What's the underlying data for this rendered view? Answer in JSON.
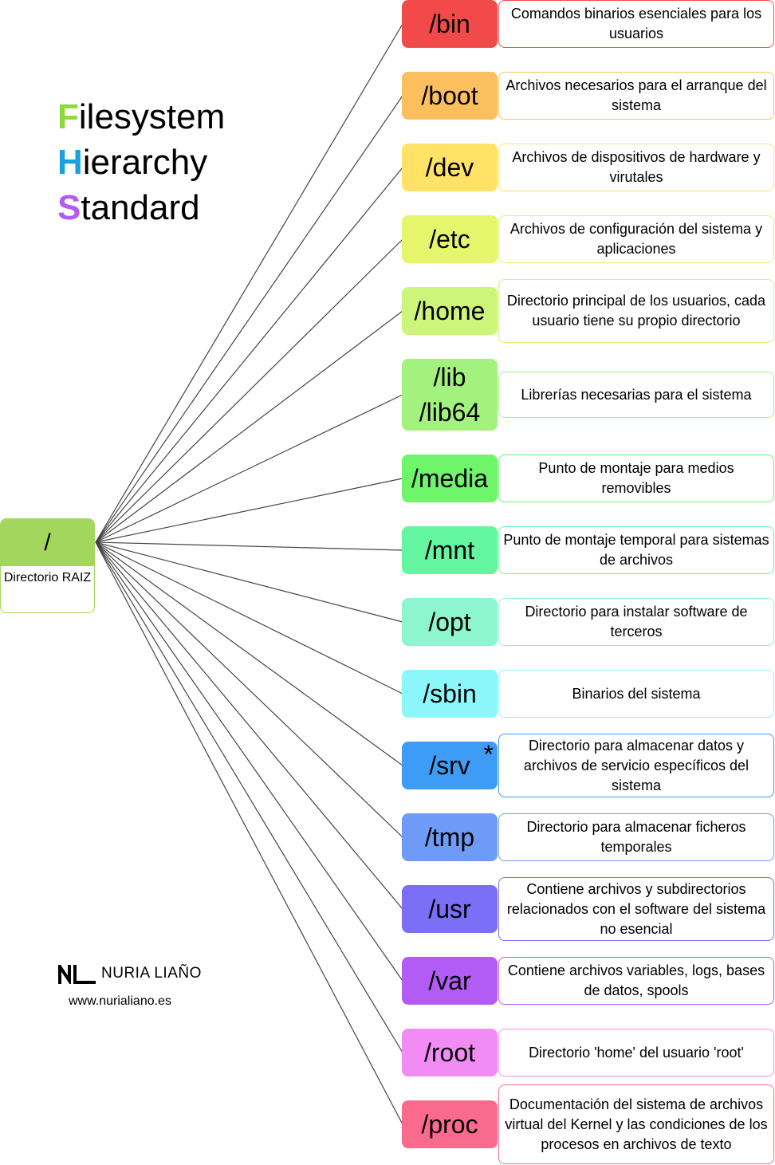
{
  "title": [
    {
      "first": "F",
      "rest": "ilesystem",
      "color": "#8ed93a"
    },
    {
      "first": "H",
      "rest": "ierarchy",
      "color": "#1ba1e2"
    },
    {
      "first": "S",
      "rest": "tandard",
      "color": "#b35cf5"
    }
  ],
  "root": {
    "name": "/",
    "caption": "Directorio RAIZ",
    "color": "#a3d65c"
  },
  "directories": [
    {
      "name": "/bin",
      "description": "Comandos binarios esenciales para los usuarios",
      "color": "#f24a4a",
      "border": "#f24a4a"
    },
    {
      "name": "/boot",
      "description": "Archivos necesarios para el arranque del sistema",
      "color": "#fcbf5e",
      "border": "#fcbf5e"
    },
    {
      "name": "/dev",
      "description": "Archivos de dispositivos de hardware y virutales",
      "color": "#ffe266",
      "border": "#ffe266"
    },
    {
      "name": "/etc",
      "description": "Archivos de configuración del sistema y aplicaciones",
      "color": "#e5f56c",
      "border": "#e5f56c"
    },
    {
      "name": "/home",
      "description": "Directorio principal de los usuarios, cada usuario tiene su propio directorio",
      "color": "#cdf57a",
      "border": "#cdf57a"
    },
    {
      "name": "/lib\n/lib64",
      "description": "Librerías necesarias para el sistema",
      "color": "#a3f27e",
      "border": "#a3f27e"
    },
    {
      "name": "/media",
      "description": "Punto de montaje para medios removibles",
      "color": "#6ef56a",
      "border": "#6ef56a"
    },
    {
      "name": "/mnt",
      "description": "Punto de montaje temporal para sistemas de archivos",
      "color": "#63f5a0",
      "border": "#63f5a0"
    },
    {
      "name": "/opt",
      "description": "Directorio para instalar software de terceros",
      "color": "#8df5d0",
      "border": "#8df5d0"
    },
    {
      "name": "/sbin",
      "description": "Binarios del sistema",
      "color": "#8cf7fa",
      "border": "#8cf7fa"
    },
    {
      "name": "/srv",
      "description": "Directorio para almacenar datos y archivos de servicio específicos del sistema",
      "color": "#3d9cf5",
      "border": "#3d9cf5",
      "mark": "*"
    },
    {
      "name": "/tmp",
      "description": "Directorio para almacenar ficheros temporales",
      "color": "#6e9bf7",
      "border": "#6e9bf7"
    },
    {
      "name": "/usr",
      "description": "Contiene archivos y subdirectorios relacionados con el software del sistema no esencial",
      "color": "#7b6ef7",
      "border": "#7b6ef7"
    },
    {
      "name": "/var",
      "description": "Contiene archivos variables, logs, bases de datos, spools",
      "color": "#b35cf5",
      "border": "#b35cf5"
    },
    {
      "name": "/root",
      "description": "Directorio 'home' del usuario 'root'",
      "color": "#f28cf5",
      "border": "#f28cf5"
    },
    {
      "name": "/proc",
      "description": "Documentación del sistema de archivos virtual del Kernel y las condiciones de los procesos en archivos de texto",
      "color": "#fa6a8c",
      "border": "#fa6a8c"
    }
  ],
  "logo": {
    "name": "NURIA LIAÑO",
    "url": "www.nurialiano.es"
  }
}
